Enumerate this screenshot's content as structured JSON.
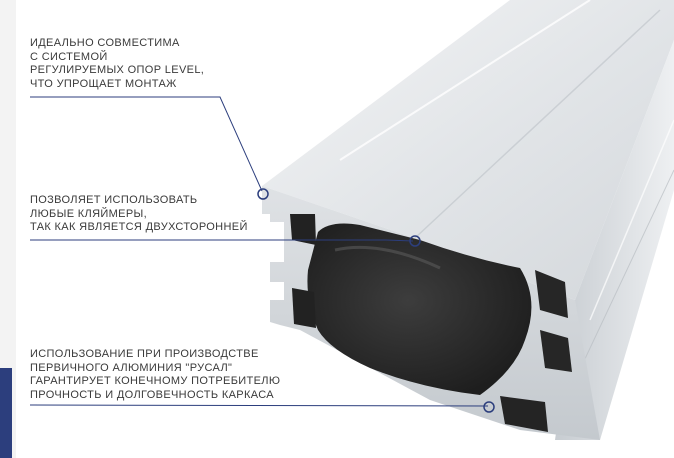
{
  "callouts": [
    {
      "lines": [
        "ИДЕАЛЬНО СОВМЕСТИМА",
        "С СИСТЕМОЙ",
        "РЕГУЛИРУЕМЫХ ОПОР LEVEL,",
        "ЧТО УПРОЩАЕТ МОНТАЖ"
      ]
    },
    {
      "lines": [
        "ПОЗВОЛЯЕТ ИСПОЛЬЗОВАТЬ",
        "ЛЮБЫЕ КЛЯЙМЕРЫ,",
        "ТАК КАК ЯВЛЯЕТСЯ ДВУХСТОРОННЕЙ"
      ]
    },
    {
      "lines": [
        "ИСПОЛЬЗОВАНИЕ ПРИ ПРОИЗВОДСТВЕ",
        "ПЕРВИЧНОГО АЛЮМИНИЯ \"РУСАЛ\"",
        "ГАРАНТИРУЕТ КОНЕЧНОМУ ПОТРЕБИТЕЛЮ",
        "ПРОЧНОСТЬ И ДОЛГОВЕЧНОСТЬ КАРКАСА"
      ]
    }
  ],
  "colors": {
    "accent": "#2c3e7d",
    "text": "#3a3a3a",
    "leader_line": "#2c3e7d",
    "aluminum_light": "#e6e8ea",
    "aluminum_mid": "#c9cdd1",
    "cavity_dark": "#2a2a2a"
  },
  "icons": {
    "marker": "hollow-circle-marker"
  }
}
